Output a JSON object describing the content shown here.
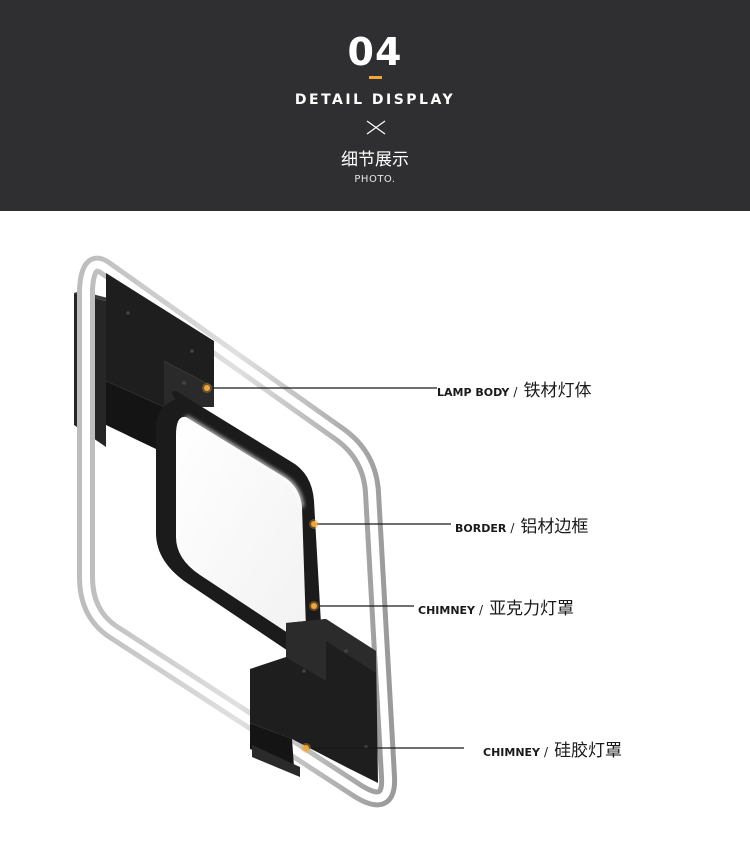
{
  "header": {
    "number": "04",
    "title_en": "DETAIL DISPLAY",
    "title_cn": "细节展示",
    "subtitle": "PHOTO.",
    "accent_color": "#f0a73a",
    "background": "#2f2f31",
    "divider_icon": "cross-icon"
  },
  "product_image": "lamp-product-photo",
  "callouts": [
    {
      "label_en": "LAMP BODY",
      "separator": "/",
      "label_cn": "铁材灯体"
    },
    {
      "label_en": "BORDER",
      "separator": "/",
      "label_cn": "铝材边框"
    },
    {
      "label_en": "CHIMNEY",
      "separator": "/",
      "label_cn": "亚克力灯罩"
    },
    {
      "label_en": "CHIMNEY",
      "separator": "/",
      "label_cn": "硅胶灯罩"
    }
  ],
  "marker_color": "#f0a73a"
}
